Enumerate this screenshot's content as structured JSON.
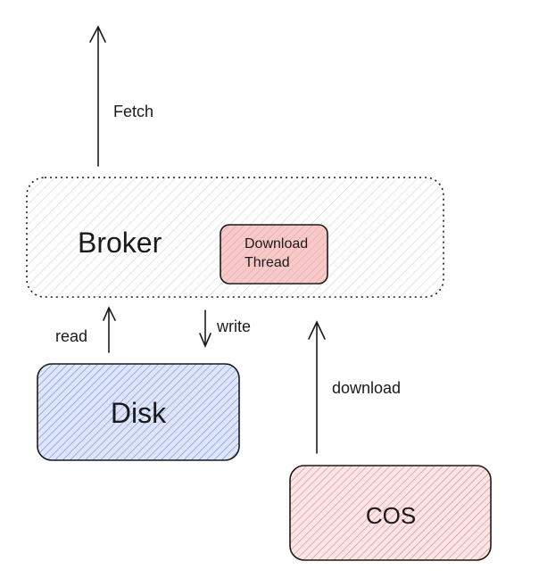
{
  "nodes": {
    "broker": {
      "label": "Broker"
    },
    "download_thread": {
      "line1": "Download",
      "line2": "Thread"
    },
    "disk": {
      "label": "Disk"
    },
    "cos": {
      "label": "COS"
    }
  },
  "edges": {
    "fetch": {
      "label": "Fetch"
    },
    "read": {
      "label": "read"
    },
    "write": {
      "label": "write"
    },
    "download": {
      "label": "download"
    }
  },
  "colors": {
    "stroke": "#1a1a1a",
    "broker_hatch": "#c8c8c8",
    "disk_fill": "#dbe3fb",
    "disk_hatch": "#4a6ad6",
    "cos_fill": "#fbe3e3",
    "cos_hatch": "#e06060",
    "thread_fill": "#f6c5c5",
    "thread_hatch": "#e08a8a"
  }
}
